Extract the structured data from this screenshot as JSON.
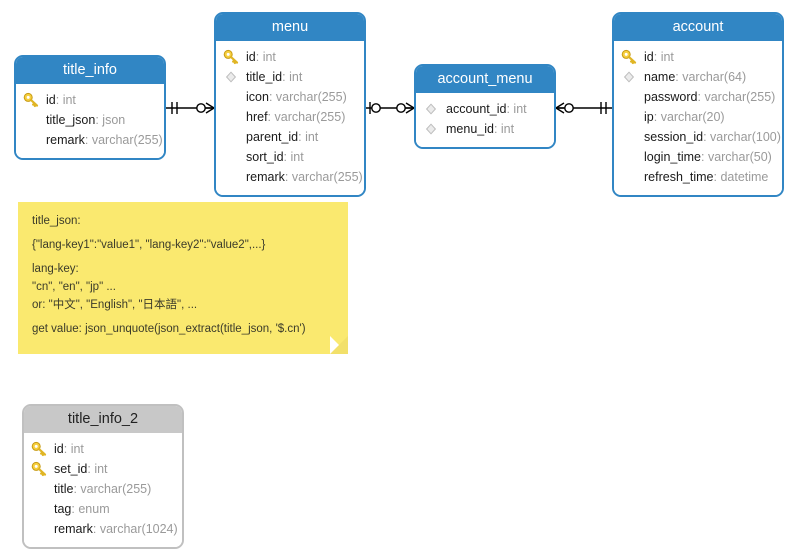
{
  "diagram": {
    "title": "ER diagram",
    "background": "#ffffff",
    "header_blue": "#3186c4",
    "header_gray": "#c8c8c8",
    "note_yellow": "#fae96f",
    "key_icon_color": "#f2c230",
    "diamond_icon_color": "#d9d9d9"
  },
  "entities": [
    {
      "name": "title_info",
      "style": "blue",
      "fields": [
        {
          "icon": "key-icon",
          "name": "id",
          "type": "int"
        },
        {
          "icon": "none",
          "name": "title_json",
          "type": "json"
        },
        {
          "icon": "none",
          "name": "remark",
          "type": "varchar(255)"
        }
      ]
    },
    {
      "name": "menu",
      "style": "blue",
      "fields": [
        {
          "icon": "key-icon",
          "name": "id",
          "type": "int"
        },
        {
          "icon": "diamond-icon",
          "name": "title_id",
          "type": "int"
        },
        {
          "icon": "none",
          "name": "icon",
          "type": "varchar(255)"
        },
        {
          "icon": "none",
          "name": "href",
          "type": "varchar(255)"
        },
        {
          "icon": "none",
          "name": "parent_id",
          "type": "int"
        },
        {
          "icon": "none",
          "name": "sort_id",
          "type": "int"
        },
        {
          "icon": "none",
          "name": "remark",
          "type": "varchar(255)"
        }
      ]
    },
    {
      "name": "account_menu",
      "style": "blue",
      "fields": [
        {
          "icon": "diamond-icon",
          "name": "account_id",
          "type": "int"
        },
        {
          "icon": "diamond-icon",
          "name": "menu_id",
          "type": "int"
        }
      ]
    },
    {
      "name": "account",
      "style": "blue",
      "fields": [
        {
          "icon": "key-icon",
          "name": "id",
          "type": "int"
        },
        {
          "icon": "diamond-icon",
          "name": "name",
          "type": "varchar(64)"
        },
        {
          "icon": "none",
          "name": "password",
          "type": "varchar(255)"
        },
        {
          "icon": "none",
          "name": "ip",
          "type": "varchar(20)"
        },
        {
          "icon": "none",
          "name": "session_id",
          "type": "varchar(100)"
        },
        {
          "icon": "none",
          "name": "login_time",
          "type": "varchar(50)"
        },
        {
          "icon": "none",
          "name": "refresh_time",
          "type": "datetime"
        }
      ]
    },
    {
      "name": "title_info_2",
      "style": "gray",
      "fields": [
        {
          "icon": "key-icon",
          "name": "id",
          "type": "int"
        },
        {
          "icon": "key-icon",
          "name": "set_id",
          "type": "int"
        },
        {
          "icon": "none",
          "name": "title",
          "type": "varchar(255)"
        },
        {
          "icon": "none",
          "name": "tag",
          "type": "enum"
        },
        {
          "icon": "none",
          "name": "remark",
          "type": "varchar(1024)"
        }
      ]
    }
  ],
  "note": {
    "lines": [
      "title_json:",
      "{\"lang-key1\":\"value1\", \"lang-key2\":\"value2\",...}",
      "lang-key:",
      "\"cn\", \"en\", \"jp\" ...",
      "or: \"中文\", \"English\", \"日本語\", ...",
      "get value: json_unquote(json_extract(title_json, '$.cn')"
    ]
  },
  "relationships": [
    {
      "from": "title_info",
      "to": "menu",
      "from_cardinality": "one-and-only-one",
      "to_cardinality": "zero-or-many"
    },
    {
      "from": "menu",
      "to": "account_menu",
      "from_cardinality": "zero-or-one",
      "to_cardinality": "zero-or-many"
    },
    {
      "from": "account_menu",
      "to": "account",
      "from_cardinality": "zero-or-many",
      "to_cardinality": "one-and-only-one"
    }
  ]
}
